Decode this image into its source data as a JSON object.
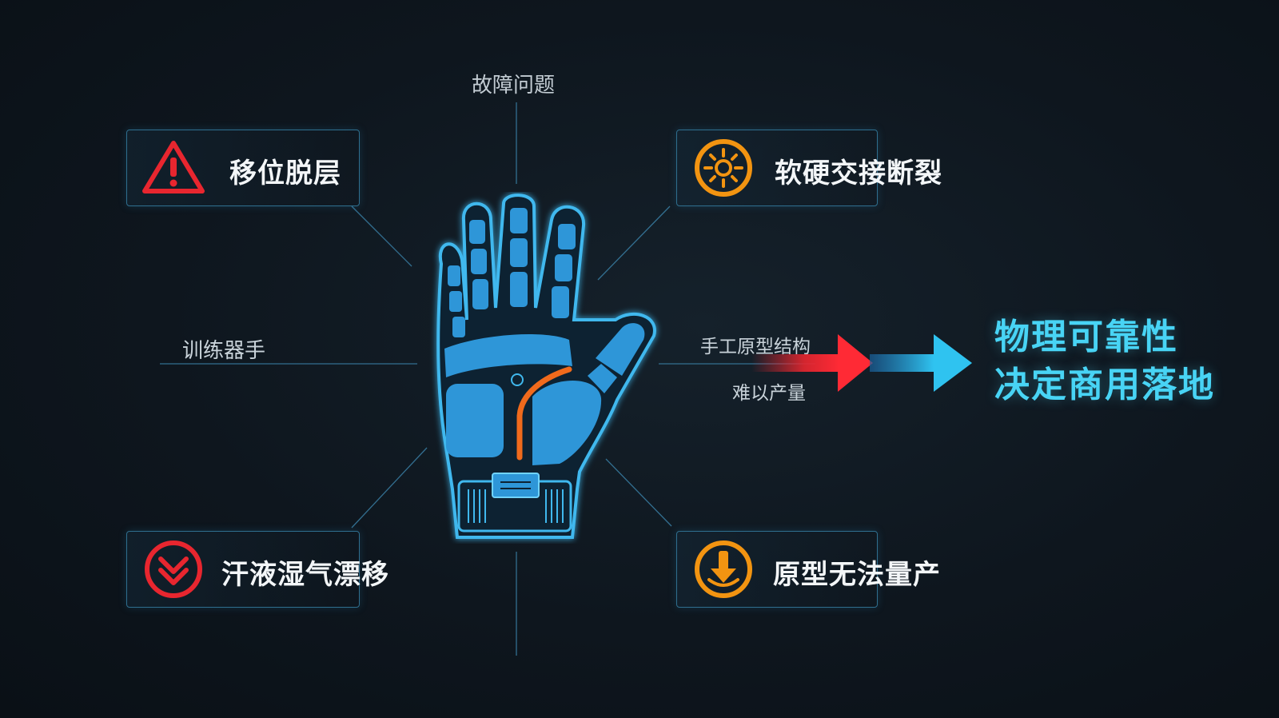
{
  "center": {
    "label": "故障问题"
  },
  "left_label": "训练器手",
  "issues": [
    {
      "label": "移位脱层",
      "icon": "warning-triangle-icon",
      "color": "#e8262f"
    },
    {
      "label": "软硬交接断裂",
      "icon": "gear-burst-icon",
      "color": "#f29411"
    },
    {
      "label": "汗液湿气漂移",
      "icon": "chevron-double-down-icon",
      "color": "#e8262f"
    },
    {
      "label": "原型无法量产",
      "icon": "download-circle-icon",
      "color": "#f29411"
    }
  ],
  "arrow": {
    "top_label": "手工原型结构",
    "bottom_label": "难以产量",
    "from_color": "#e8262f",
    "to_color": "#2fc3f0"
  },
  "conclusion": {
    "line1": "物理可靠性",
    "line2": "决定商用落地"
  },
  "colors": {
    "accent_cyan": "#3fb3e8",
    "glove_fill": "#2e96d8",
    "highlight_orange": "#f06a1a"
  }
}
